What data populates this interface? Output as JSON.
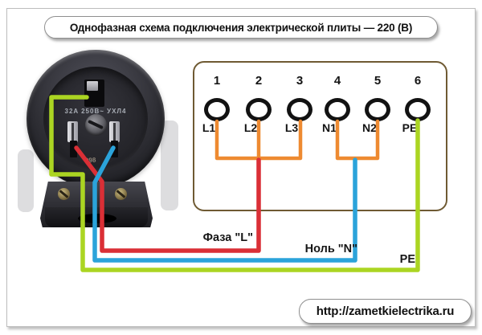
{
  "title": "Однофазная схема подключения электрической плиты — 220 (В)",
  "watermark": "http://zametkielectrika.ru",
  "socket": {
    "rating_text": "32A 250В~ УХЛ4",
    "marking": "998"
  },
  "terminal_block": {
    "terminals": [
      {
        "number": "1",
        "label": "L1"
      },
      {
        "number": "2",
        "label": "L2"
      },
      {
        "number": "3",
        "label": "L3"
      },
      {
        "number": "4",
        "label": "N1"
      },
      {
        "number": "5",
        "label": "N2"
      },
      {
        "number": "6",
        "label": "PE"
      }
    ]
  },
  "wire_labels": {
    "phase": "Фаза \"L\"",
    "neutral": "Ноль \"N\"",
    "pe": "PE"
  },
  "colors": {
    "phase_red": "#da2f36",
    "neutral_blue": "#2ba3da",
    "pe_green": "#abd522",
    "jumper_orange": "#ee8a31",
    "block_border_brown": "#6f5a33"
  }
}
